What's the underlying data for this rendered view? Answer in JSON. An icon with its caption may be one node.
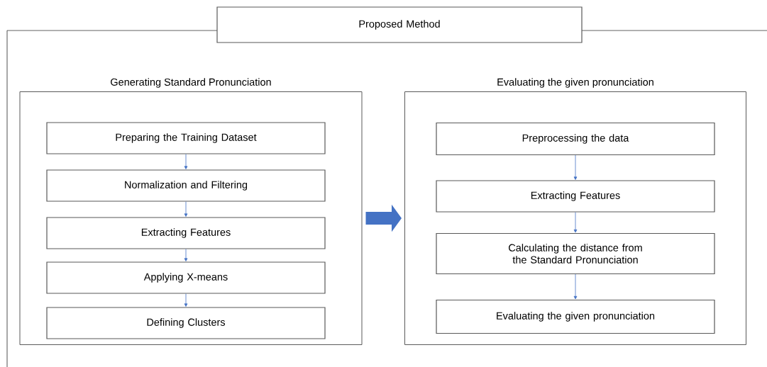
{
  "diagram": {
    "nodes": [
      {
        "text": [
          "Proposed Method"
        ]
      },
      {
        "text": [
          "Generating Standard Pronunciation"
        ]
      },
      {
        "text": [
          "Preparing the Training Dataset"
        ],
        "in": 1
      },
      {
        "text": [
          "Normalization and Filtering"
        ],
        "in": 1
      },
      {
        "text": [
          "Extracting Features"
        ],
        "in": 1
      },
      {
        "text": [
          "Applying X-means"
        ],
        "in": 1
      },
      {
        "text": [
          "Defining Clusters"
        ],
        "in": 1
      },
      {
        "text": [
          "Evaluating the given pronunciation"
        ]
      },
      {
        "text": [
          "Preprocessing the data"
        ],
        "in": 7
      },
      {
        "text": [
          "Extracting Features"
        ],
        "in": 7
      },
      {
        "text": [
          "Calculating the distance from the Standard Pronunciation"
        ],
        "in": 7
      },
      {
        "text": [
          "Evaluating the given pronunciation"
        ],
        "in": 7
      }
    ],
    "edges": [
      {
        "from": 2,
        "to": 3,
        "arrow": "to"
      },
      {
        "from": 3,
        "to": 4,
        "arrow": "to"
      },
      {
        "from": 4,
        "to": 5,
        "arrow": "to"
      },
      {
        "from": 5,
        "to": 6,
        "arrow": "to"
      },
      {
        "from": 1,
        "to": 7,
        "arrow": "to",
        "style": "thick"
      },
      {
        "from": 8,
        "to": 9,
        "arrow": "to"
      },
      {
        "from": 9,
        "to": 10,
        "arrow": "to"
      },
      {
        "from": 10,
        "to": 11,
        "arrow": "to"
      }
    ]
  }
}
